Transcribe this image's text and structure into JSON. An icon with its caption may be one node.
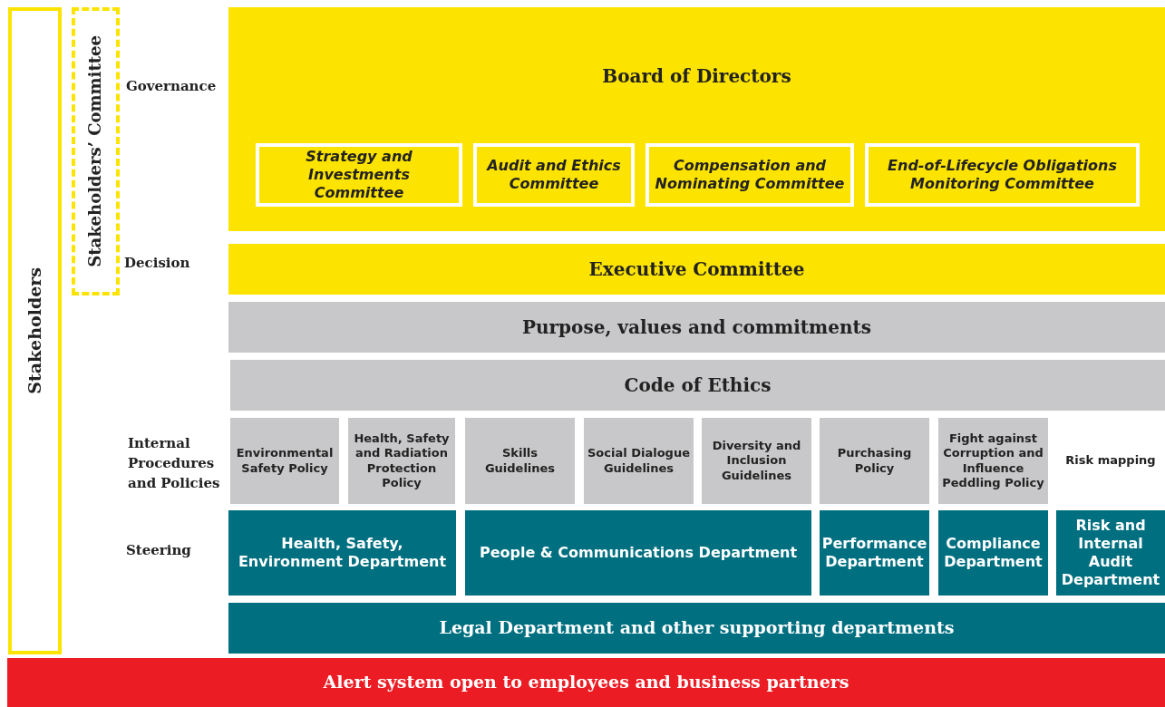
{
  "diagram": {
    "nodes": [
      {
        "text": [
          "Stakeholders"
        ]
      },
      {
        "text": [
          "Stakeholders’ Committee"
        ]
      },
      {
        "text": [
          "Board of Directors"
        ]
      },
      {
        "text": [
          "Strategy and Investments Committee"
        ],
        "in": 2
      },
      {
        "text": [
          "Audit and Ethics Committee"
        ],
        "in": 2
      },
      {
        "text": [
          "Compensation and Nominating Committee"
        ],
        "in": 2
      },
      {
        "text": [
          "End-of-Lifecycle Obligations Monitoring Committee"
        ],
        "in": 2
      },
      {
        "text": [
          "Executive Committee"
        ]
      },
      {
        "text": [
          "Purpose, values and commitments"
        ]
      },
      {
        "text": [
          "Code of Ethics"
        ]
      },
      {
        "text": [
          "Environmental Safety Policy"
        ]
      },
      {
        "text": [
          "Health, Safety and Radiation Protection Policy"
        ]
      },
      {
        "text": [
          "Skills Guidelines"
        ]
      },
      {
        "text": [
          "Social Dialogue Guidelines"
        ]
      },
      {
        "text": [
          "Diversity and Inclusion Guidelines"
        ]
      },
      {
        "text": [
          "Purchasing Policy"
        ]
      },
      {
        "text": [
          "Fight against Corruption and Influence Peddling Policy"
        ]
      },
      {
        "text": [
          "Risk mapping"
        ]
      },
      {
        "text": [
          "Health, Safety, Environment Department"
        ]
      },
      {
        "text": [
          "People & Communications Department"
        ]
      },
      {
        "text": [
          "Performance Department"
        ]
      },
      {
        "text": [
          "Compliance Department"
        ]
      },
      {
        "text": [
          "Risk and Internal Audit Department"
        ]
      },
      {
        "text": [
          "Legal Department and other supporting departments"
        ]
      },
      {
        "text": [
          "Alert system open to employees and business partners"
        ]
      }
    ],
    "edges": [],
    "labels": [
      "Governance",
      "Decision",
      "Internal Procedures and Policies",
      "Steering"
    ]
  }
}
